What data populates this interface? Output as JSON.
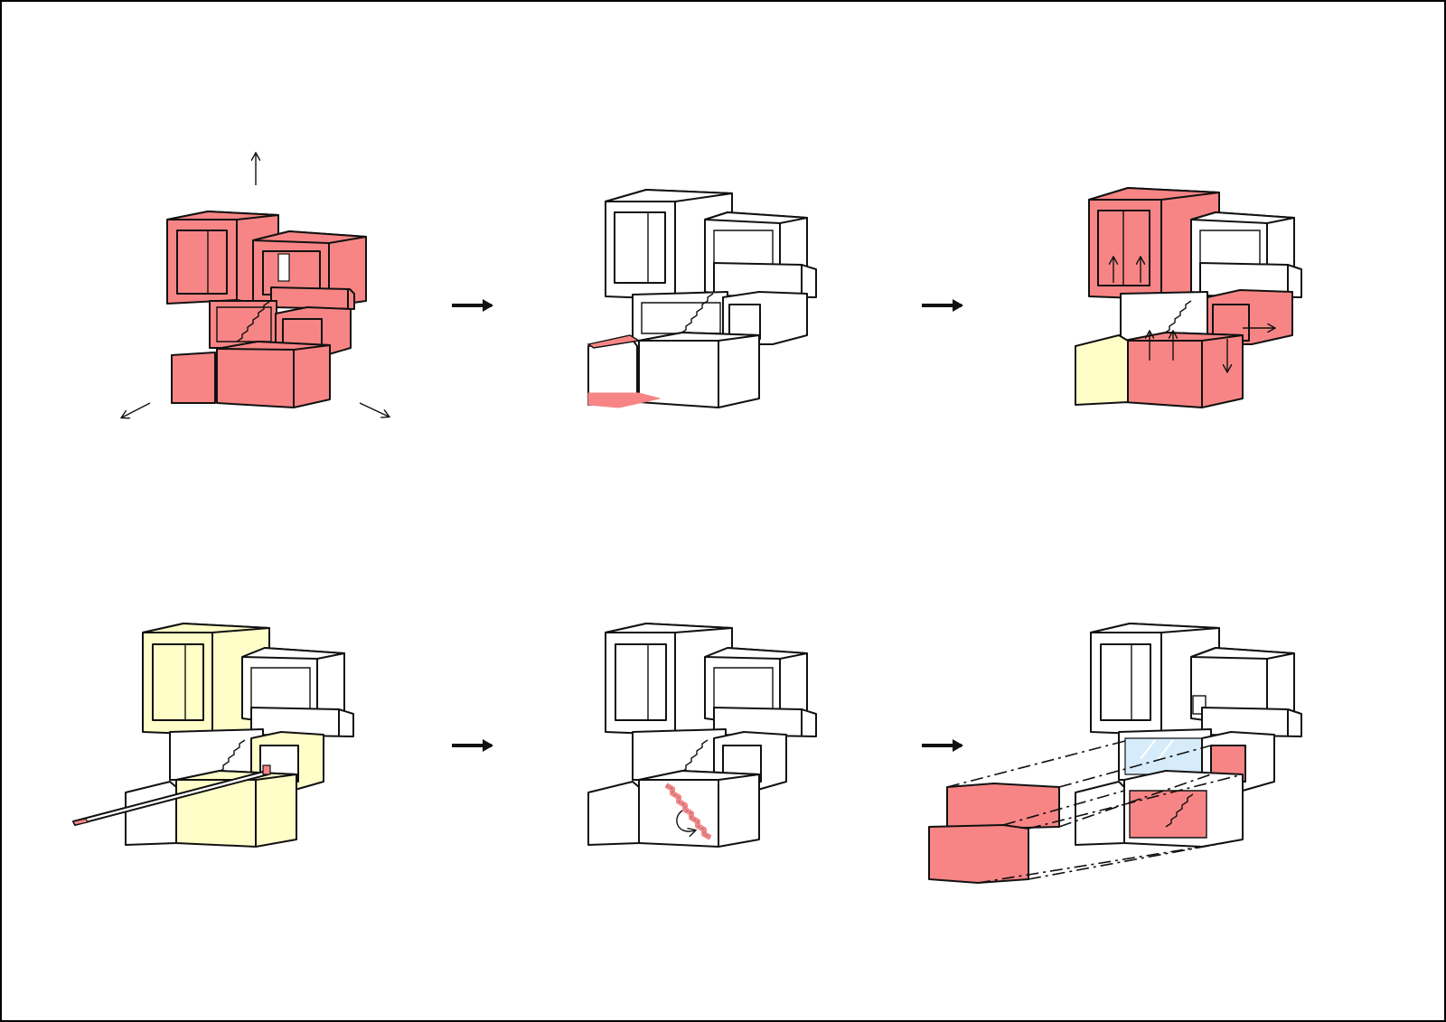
{
  "diagram": {
    "type": "architectural-massing-sequence",
    "steps": [
      {
        "id": 1,
        "highlight": "all-volumes",
        "axes": true
      },
      {
        "id": 2,
        "highlight": "cut-ground-corner"
      },
      {
        "id": 3,
        "highlight": "expand-volumes",
        "accent": "base-cube"
      },
      {
        "id": 4,
        "highlight": "yellow-volumes",
        "accent": "long-beam"
      },
      {
        "id": 5,
        "highlight": "rotate-stair"
      },
      {
        "id": 6,
        "highlight": "projected-slabs",
        "accent": "glazing"
      }
    ],
    "colors": {
      "red": "#F88585",
      "yellow": "#FFFDC8",
      "white": "#FFFFFF",
      "line": "#111111",
      "glass": "#D6ECFA",
      "border": "#000000"
    },
    "icons": [
      "arrow-right-icon",
      "axis-arrow-icon",
      "rotate-arrow-icon"
    ]
  }
}
